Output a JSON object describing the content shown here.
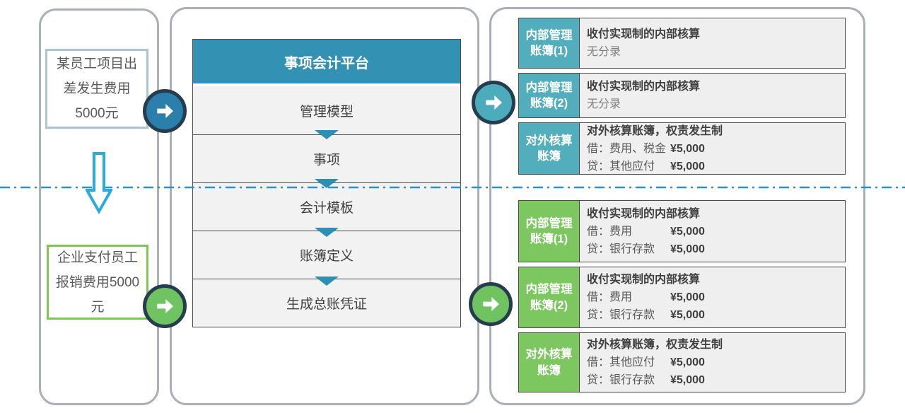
{
  "left_panel": {
    "top_box_text": "某员工项目出差发生费用5000元",
    "bottom_box_text": "企业支付员工报销费用5000元"
  },
  "platform": {
    "title": "事项会计平台",
    "steps": [
      "管理模型",
      "事项",
      "会计模板",
      "账簿定义",
      "生成总账凭证"
    ]
  },
  "tables": {
    "before": {
      "rows": [
        {
          "label": "内部管理账簿(1)",
          "title": "收付实现制的内部核算",
          "entries": [
            {
              "text": "无分录",
              "amount": ""
            }
          ]
        },
        {
          "label": "内部管理账簿(2)",
          "title": "收付实现制的内部核算",
          "entries": [
            {
              "text": "无分录",
              "amount": ""
            }
          ]
        },
        {
          "label": "对外核算账簿",
          "title": "对外核算账簿，权责发生制",
          "entries": [
            {
              "text": "借：费用、税金",
              "amount": "¥5,000"
            },
            {
              "text": "贷：其他应付",
              "amount": "¥5,000"
            }
          ]
        }
      ]
    },
    "after": {
      "rows": [
        {
          "label": "内部管理账簿(1)",
          "title": "收付实现制的内部核算",
          "entries": [
            {
              "text": "借：费用",
              "amount": "¥5,000"
            },
            {
              "text": "贷：银行存款",
              "amount": "¥5,000"
            }
          ]
        },
        {
          "label": "内部管理账簿(2)",
          "title": "收付实现制的内部核算",
          "entries": [
            {
              "text": "借：费用",
              "amount": "¥5,000"
            },
            {
              "text": "贷：银行存款",
              "amount": "¥5,000"
            }
          ]
        },
        {
          "label": "对外核算账簿",
          "title": "对外核算账簿，权责发生制",
          "entries": [
            {
              "text": "借：其他应付",
              "amount": "¥5,000"
            },
            {
              "text": "贷：银行存款",
              "amount": "¥5,000"
            }
          ]
        }
      ]
    }
  },
  "colors": {
    "teal_header": "#3391B4",
    "teal_label": "#52AEBC",
    "green_label": "#7CC75F",
    "blue_circle": "#2B7FAC",
    "teal_circle": "#4CACBC",
    "green_circle": "#6FC361",
    "circle_border": "#263C4F",
    "dash_line": "#2095D0",
    "cyan_arrow": "#29ABE2",
    "trip_box_border": "#A9C5CE",
    "pay_box_border": "#7DC855"
  }
}
